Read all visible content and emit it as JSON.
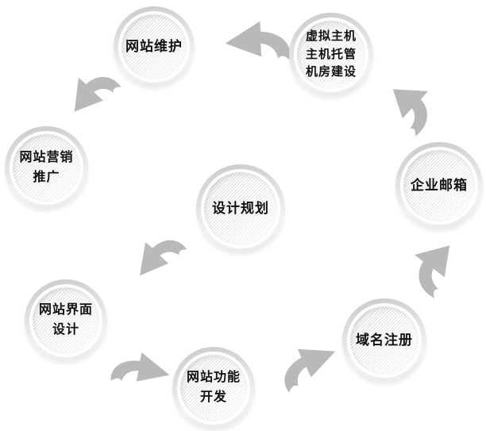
{
  "nodes": {
    "center": {
      "lines": [
        "设计规划"
      ]
    },
    "maintenance": {
      "lines": [
        "网站维护"
      ]
    },
    "hosting": {
      "lines": [
        "虚拟主机",
        "主机托管",
        "机房建设"
      ]
    },
    "marketing": {
      "lines": [
        "网站营销",
        "推广"
      ]
    },
    "email": {
      "lines": [
        "企业邮箱"
      ]
    },
    "ui_design": {
      "lines": [
        "网站界面",
        "设计"
      ]
    },
    "development": {
      "lines": [
        "网站功能",
        "开发"
      ]
    },
    "domain": {
      "lines": [
        "域名注册"
      ]
    }
  },
  "arrows": [
    {
      "name": "arrow-hosting-to-maintenance",
      "from": "hosting",
      "to": "maintenance",
      "direction": "left"
    },
    {
      "name": "arrow-maintenance-to-marketing",
      "from": "maintenance",
      "to": "marketing",
      "direction": "down-left"
    },
    {
      "name": "arrow-center-to-ui-design",
      "from": "center",
      "to": "ui_design",
      "direction": "down-left"
    },
    {
      "name": "arrow-ui-design-to-development",
      "from": "ui_design",
      "to": "development",
      "direction": "right"
    },
    {
      "name": "arrow-development-to-domain",
      "from": "development",
      "to": "domain",
      "direction": "up-right"
    },
    {
      "name": "arrow-domain-to-email",
      "from": "domain",
      "to": "email",
      "direction": "up"
    },
    {
      "name": "arrow-email-to-hosting",
      "from": "email",
      "to": "hosting",
      "direction": "up-left"
    }
  ],
  "colors": {
    "background": "#ffffff",
    "arrow_gray": "#b9b9b9",
    "ring_dark": "#c6c9c8",
    "ring_light": "#f2f3f3",
    "hatch_line": "#e3e3e3",
    "text": "#111111"
  }
}
